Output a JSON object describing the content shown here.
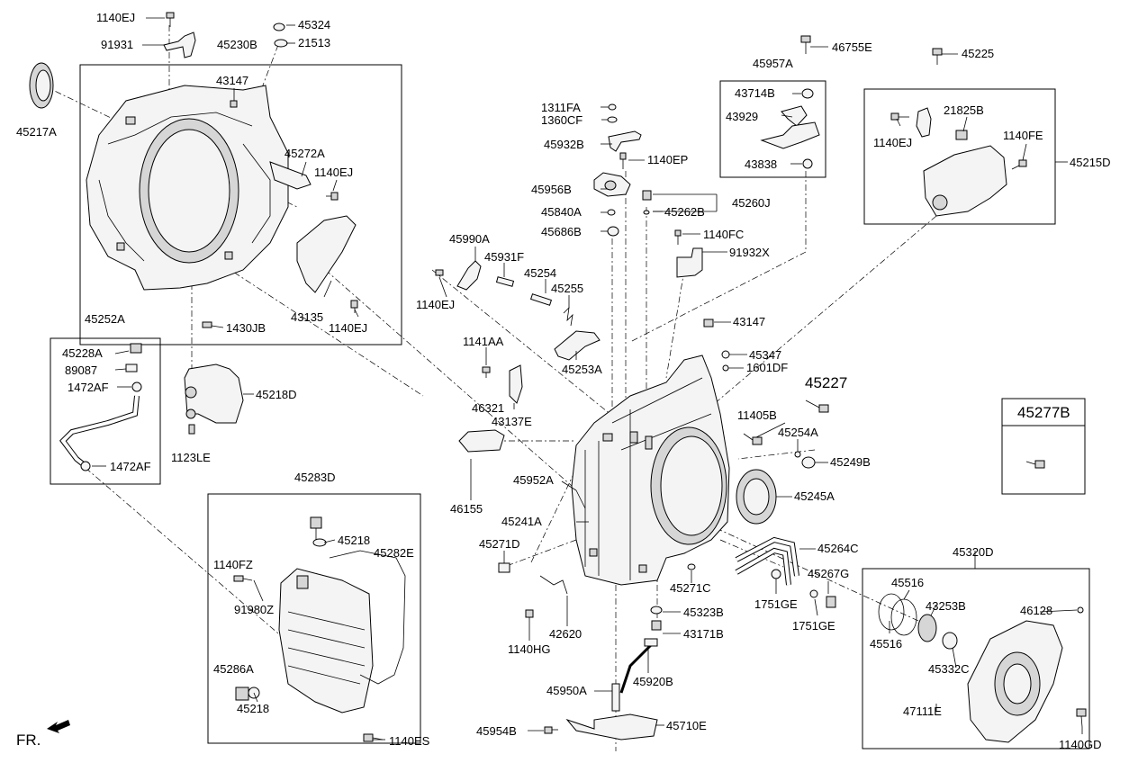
{
  "labels": {
    "p1140EJ_top": "1140EJ",
    "p45324": "45324",
    "p91931": "91931",
    "p45230B": "45230B",
    "p21513": "21513",
    "p43147_a": "43147",
    "p45217A": "45217A",
    "p45272A": "45272A",
    "p1140EJ_b": "1140EJ",
    "p43135": "43135",
    "p1430JB": "1430JB",
    "p1140EJ_c": "1140EJ",
    "p45252A": "45252A",
    "p45228A": "45228A",
    "p89087": "89087",
    "p1472AF_a": "1472AF",
    "p1472AF_b": "1472AF",
    "p45218D": "45218D",
    "p1123LE": "1123LE",
    "p45283D": "45283D",
    "p45218_a": "45218",
    "p45282E": "45282E",
    "p1140FZ": "1140FZ",
    "p91980Z": "91980Z",
    "p45286A": "45286A",
    "p45218_b": "45218",
    "p1140ES": "1140ES",
    "fr": "FR.",
    "p1311FA": "1311FA",
    "p1360CF": "1360CF",
    "p45932B": "45932B",
    "p1140EP": "1140EP",
    "p45956B": "45956B",
    "p45840A": "45840A",
    "p45262B": "45262B",
    "p45260J": "45260J",
    "p45686B": "45686B",
    "p1140FC": "1140FC",
    "p91932X": "91932X",
    "p45990A": "45990A",
    "p45931F": "45931F",
    "p45254": "45254",
    "p45255": "45255",
    "p1140EJ_d": "1140EJ",
    "p43147_b": "43147",
    "p1141AA": "1141AA",
    "p45253A": "45253A",
    "p45347": "45347",
    "p1601DF": "1601DF",
    "p45227": "45227",
    "p46321": "46321",
    "p43137E": "43137E",
    "p11405B": "11405B",
    "p45254A": "45254A",
    "p45249B": "45249B",
    "p45952A": "45952A",
    "p46155": "46155",
    "p45241A": "45241A",
    "p45245A": "45245A",
    "p45271D": "45271D",
    "p45264C": "45264C",
    "p45267G": "45267G",
    "p45271C": "45271C",
    "p1751GE_a": "1751GE",
    "p1751GE_b": "1751GE",
    "p42620": "42620",
    "p1140HG": "1140HG",
    "p45323B": "45323B",
    "p43171B": "43171B",
    "p45920B": "45920B",
    "p45950A": "45950A",
    "p45954B": "45954B",
    "p45710E": "45710E",
    "p46755E": "46755E",
    "p45957A": "45957A",
    "p43714B": "43714B",
    "p43929": "43929",
    "p43838": "43838",
    "p45225": "45225",
    "p21825B": "21825B",
    "p1140EJ_e": "1140EJ",
    "p1140FE": "1140FE",
    "p45215D": "45215D",
    "p45277B": "45277B",
    "p45320D": "45320D",
    "p45516_a": "45516",
    "p45516_b": "45516",
    "p43253B": "43253B",
    "p46128": "46128",
    "p45332C": "45332C",
    "p47111E": "47111E",
    "p1140GD": "1140GD"
  },
  "icons": [
    "bolt-icon",
    "washer-icon",
    "o-ring-icon",
    "oil-seal-icon",
    "fr-arrow-icon"
  ]
}
